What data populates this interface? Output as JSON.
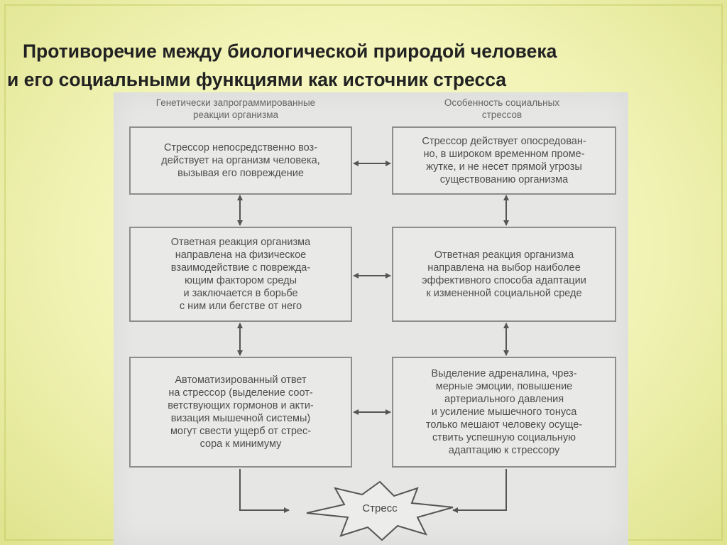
{
  "title": {
    "line1": "Противоречие между биологической природой человека",
    "line2": "и его социальными функциями как источник стресса"
  },
  "diagram": {
    "left_header": "Генетически запрограммированные\nреакции организма",
    "right_header": "Особенность социальных\nстрессов",
    "left_boxes": [
      "Стрессор непосредственно воз-\nдействует на организм человека,\nвызывая его повреждение",
      "Ответная реакция организма\nнаправлена на физическое\nвзаимодействие с поврежда-\nющим фактором среды\nи заключается в борьбе\nс ним или бегстве от него",
      "Автоматизированный ответ\nна стрессор (выделение соот-\nветствующих гормонов и акти-\nвизация мышечной системы)\nмогут свести ущерб от стрес-\nсора к минимуму"
    ],
    "right_boxes": [
      "Стрессор действует опосредован-\nно, в широком временном проме-\nжутке, и не несет прямой угрозы\nсуществованию организма",
      "Ответная реакция организма\nнаправлена на выбор наиболее\nэффективного способа адаптации\nк измененной социальной среде",
      "Выделение адреналина, чрез-\nмерные эмоции, повышение\nартериального давления\nи усиление мышечного тонуса\nтолько мешают человеку осуще-\nствить успешную социальную\nадаптацию к стрессору"
    ],
    "stress_label": "Стресс"
  }
}
